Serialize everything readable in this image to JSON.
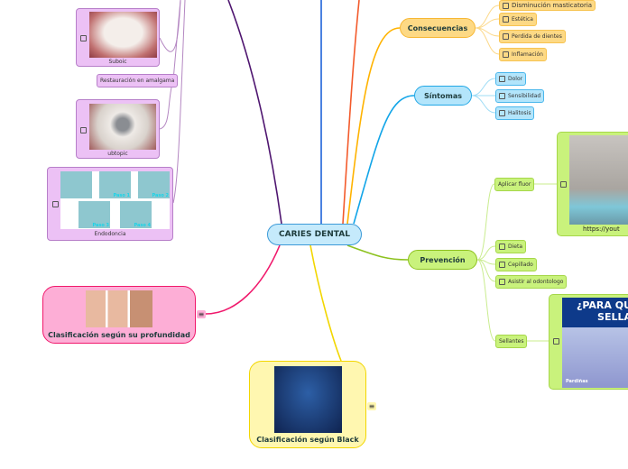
{
  "center": {
    "label": "CARIES DENTAL"
  },
  "consecuencias": {
    "label": "Consecuencias",
    "items": [
      "Disminución masticatoria",
      "Estética",
      "Perdida de dientes",
      "Inflamación"
    ]
  },
  "sintomas": {
    "label": "Síntomas",
    "items": [
      "Dolor",
      "Sensibilidad",
      "Halitosis"
    ]
  },
  "prevencion": {
    "label": "Prevención",
    "aplicar": "Aplicar fluor",
    "video_caption": "https://yout",
    "items": [
      "Dieta",
      "Cepillado",
      "Asistir al odontologo"
    ],
    "sellantes": "Sellantes",
    "sellantes_image_text": "¿PARA QU SELLA",
    "sellantes_image_brand": "Pardiñas"
  },
  "tratamiento": {
    "suboic": "Suboic",
    "amalgama": "Restauración en amalgama",
    "ubtopic": "ubtopic",
    "endodoncia": "Endodoncia",
    "pasos": [
      "Paso 1",
      "Paso 2",
      "Paso 3",
      "Paso 4"
    ]
  },
  "profundidad": {
    "label": "Clasificación según su profundidad"
  },
  "black": {
    "label": "Clasificación según Black"
  },
  "colors": {
    "consecuencias": "#fdd985",
    "sintomas": "#b3e5fb",
    "prevencion": "#c9f27c",
    "tratamiento": "#ecc1f5",
    "profundidad": "#fdaed6",
    "black": "#fff7b0",
    "center": "#c5eafb"
  }
}
